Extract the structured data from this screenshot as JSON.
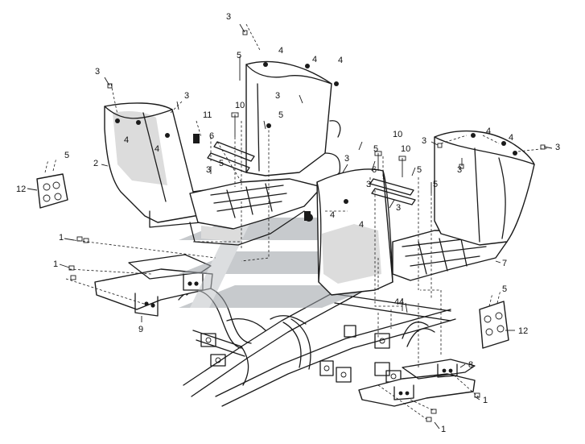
{
  "diagram": {
    "callouts": [
      {
        "id": "c-1a",
        "text": "1"
      },
      {
        "id": "c-1b",
        "text": "1"
      },
      {
        "id": "c-1c",
        "text": "1"
      },
      {
        "id": "c-1d",
        "text": "1"
      },
      {
        "id": "c-2",
        "text": "2"
      },
      {
        "id": "c-3a",
        "text": "3"
      },
      {
        "id": "c-3b",
        "text": "3"
      },
      {
        "id": "c-3c",
        "text": "3"
      },
      {
        "id": "c-3d",
        "text": "3"
      },
      {
        "id": "c-3e",
        "text": "3"
      },
      {
        "id": "c-3f",
        "text": "3"
      },
      {
        "id": "c-3g",
        "text": "3"
      },
      {
        "id": "c-3h",
        "text": "3"
      },
      {
        "id": "c-3i",
        "text": "3"
      },
      {
        "id": "c-3j",
        "text": "3"
      },
      {
        "id": "c-3k",
        "text": "3"
      },
      {
        "id": "c-4a",
        "text": "4"
      },
      {
        "id": "c-4b",
        "text": "4"
      },
      {
        "id": "c-4c",
        "text": "4"
      },
      {
        "id": "c-4d",
        "text": "4"
      },
      {
        "id": "c-4e",
        "text": "4"
      },
      {
        "id": "c-4f",
        "text": "4"
      },
      {
        "id": "c-4g",
        "text": "4"
      },
      {
        "id": "c-4h",
        "text": "4"
      },
      {
        "id": "c-4i",
        "text": "4"
      },
      {
        "id": "c-4j",
        "text": "4"
      },
      {
        "id": "c-4k",
        "text": "4"
      },
      {
        "id": "c-5a",
        "text": "5"
      },
      {
        "id": "c-5b",
        "text": "5"
      },
      {
        "id": "c-5c",
        "text": "5"
      },
      {
        "id": "c-5d",
        "text": "5"
      },
      {
        "id": "c-5e",
        "text": "5"
      },
      {
        "id": "c-5f",
        "text": "5"
      },
      {
        "id": "c-5g",
        "text": "5"
      },
      {
        "id": "c-5h",
        "text": "5"
      },
      {
        "id": "c-6a",
        "text": "6"
      },
      {
        "id": "c-6b",
        "text": "6"
      },
      {
        "id": "c-7",
        "text": "7"
      },
      {
        "id": "c-8",
        "text": "8"
      },
      {
        "id": "c-9",
        "text": "9"
      },
      {
        "id": "c-10a",
        "text": "10"
      },
      {
        "id": "c-10b",
        "text": "10"
      },
      {
        "id": "c-10c",
        "text": "10"
      },
      {
        "id": "c-11",
        "text": "11"
      },
      {
        "id": "c-12a",
        "text": "12"
      },
      {
        "id": "c-12b",
        "text": "12"
      }
    ],
    "colors": {
      "line": "#1a1a1a",
      "watermark": "#9aa0a6",
      "background": "#ffffff"
    },
    "watermark_icon": "brand-logo-icon"
  }
}
